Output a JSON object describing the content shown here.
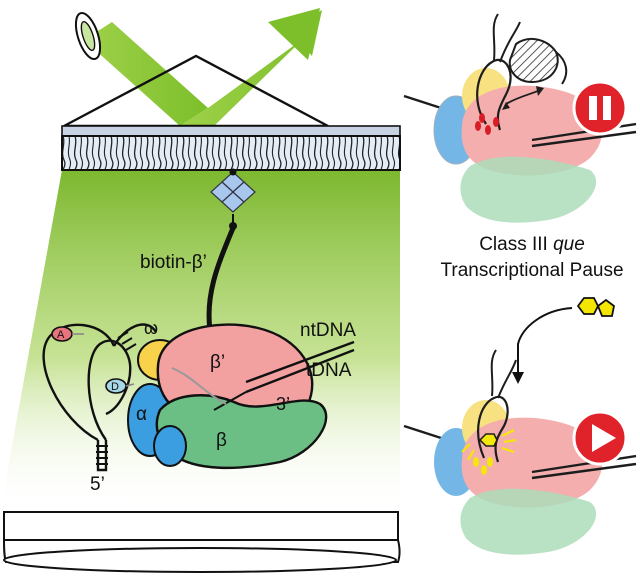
{
  "labels": {
    "biotin": "biotin-β’",
    "ntdna": "ntDNA",
    "tdna": "tDNA",
    "beta_prime": "β’",
    "beta": "β",
    "alpha": "α",
    "omega": "ω",
    "three_prime": "3’",
    "five_prime": "5’",
    "dye_a": "A",
    "dye_d": "D"
  },
  "title": {
    "line1_prefix": "Class III ",
    "line1_italic": "que",
    "line2": "Transcriptional Pause"
  },
  "colors": {
    "beta_prime": "#f2a0a0",
    "beta": "#6cbf84",
    "alpha": "#3a9ee0",
    "omega": "#f7d24a",
    "light_beam": "#8cc63f",
    "acceptor": "#e8747c",
    "donor": "#a8d8e8",
    "ligand": "#f3e600",
    "pause_icon": "#e0222a",
    "play_icon": "#e0222a"
  },
  "icons": {
    "pause": "pause-icon",
    "play": "play-icon",
    "ligand": "preq1-ligand-icon",
    "streptavidin": "streptavidin-icon",
    "objective": "objective-lens-icon"
  }
}
